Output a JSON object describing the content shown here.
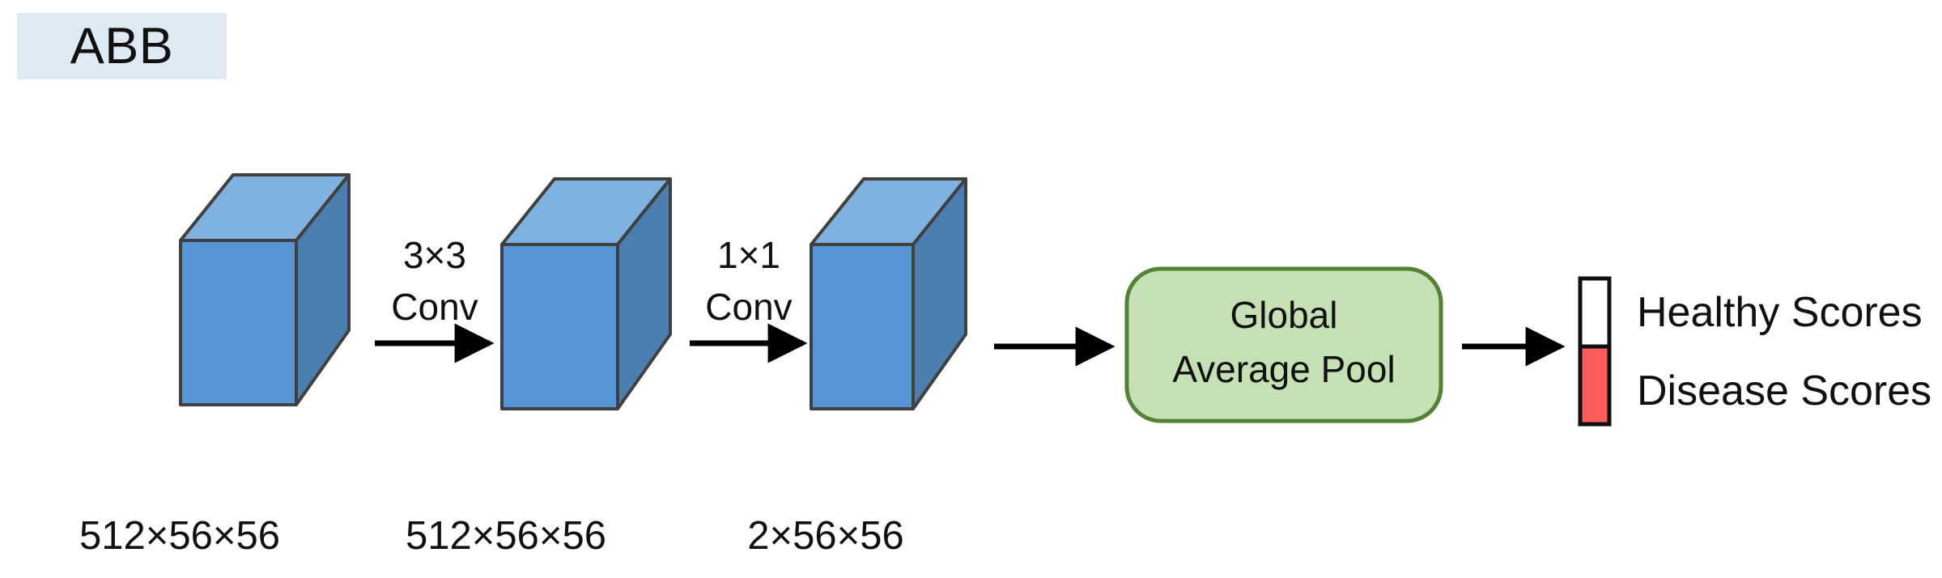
{
  "figure": {
    "panel_tag": "ABB",
    "panel_tag_bg": "#dfe9f3",
    "background": "#ffffff"
  },
  "colors": {
    "cuboid_front": "#5795d6",
    "cuboid_side": "#4a7fb0",
    "cuboid_top": "#7fb2e0",
    "cuboid_stroke": "#404040",
    "pool_fill": "#c5e0b4",
    "pool_stroke": "#548235",
    "score_healthy": "#ffffff",
    "score_disease": "#fb5b5b",
    "score_stroke": "#111111",
    "arrow": "#000000",
    "text": "#111111"
  },
  "blocks": [
    {
      "name": "input-feature-map",
      "caption": "512×56×56"
    },
    {
      "name": "conv3x3-feature-map",
      "caption": "512×56×56"
    },
    {
      "name": "conv1x1-feature-map",
      "caption": "2×56×56"
    }
  ],
  "operations": [
    {
      "name": "conv-3x3",
      "line1": "3×3",
      "line2": "Conv"
    },
    {
      "name": "conv-1x1",
      "line1": "1×1",
      "line2": "Conv"
    }
  ],
  "pool": {
    "line1": "Global",
    "line2": "Average Pool"
  },
  "scores": [
    {
      "name": "healthy",
      "label": "Healthy  Scores",
      "fill": "#ffffff"
    },
    {
      "name": "disease",
      "label": "Disease  Scores",
      "fill": "#fb5b5b"
    }
  ],
  "arrows": [
    {
      "name": "arrow-to-conv3x3"
    },
    {
      "name": "arrow-to-conv1x1"
    },
    {
      "name": "arrow-to-pool"
    },
    {
      "name": "arrow-to-scores"
    }
  ]
}
